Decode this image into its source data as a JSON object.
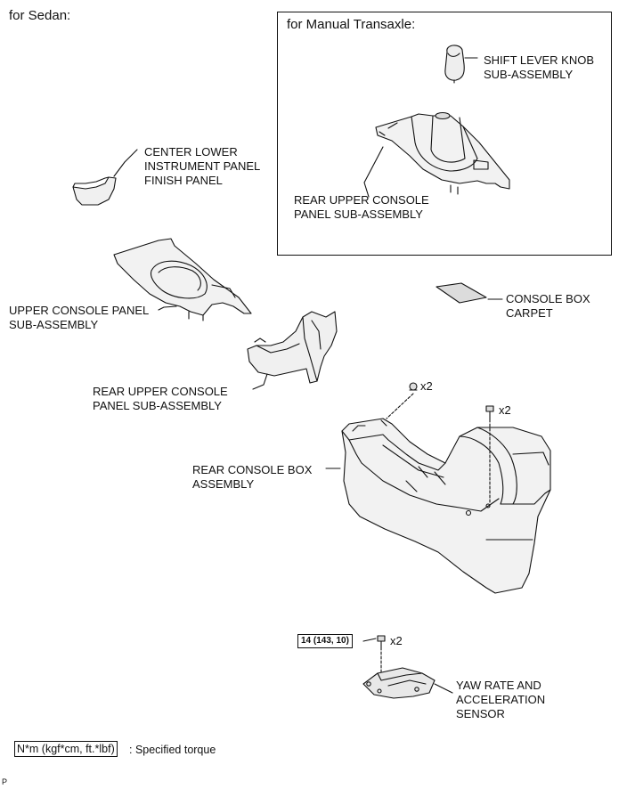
{
  "variant_label": "for Sedan:",
  "inset": {
    "title": "for Manual Transaxle:"
  },
  "labels": {
    "shift_knob": "SHIFT LEVER KNOB\nSUB-ASSEMBLY",
    "rear_upper_inset": "REAR UPPER CONSOLE\nPANEL SUB-ASSEMBLY",
    "center_lower": "CENTER LOWER\nINSTRUMENT PANEL\nFINISH PANEL",
    "console_carpet": "CONSOLE BOX\nCARPET",
    "upper_console": "UPPER CONSOLE PANEL\nSUB-ASSEMBLY",
    "rear_upper": "REAR UPPER CONSOLE\nPANEL SUB-ASSEMBLY",
    "rear_console_box": "REAR CONSOLE BOX\nASSEMBLY",
    "yaw_sensor": "YAW RATE AND\nACCELERATION\nSENSOR"
  },
  "fasteners": {
    "clip_qty": "x2",
    "bolt_qty": "x2",
    "sensor_bolt_qty": "x2"
  },
  "torque": "14 (143, 10)",
  "legend": {
    "unit_box": "N*m (kgf*cm, ft.*lbf)",
    "text": ": Specified torque"
  },
  "footer_code": "P"
}
